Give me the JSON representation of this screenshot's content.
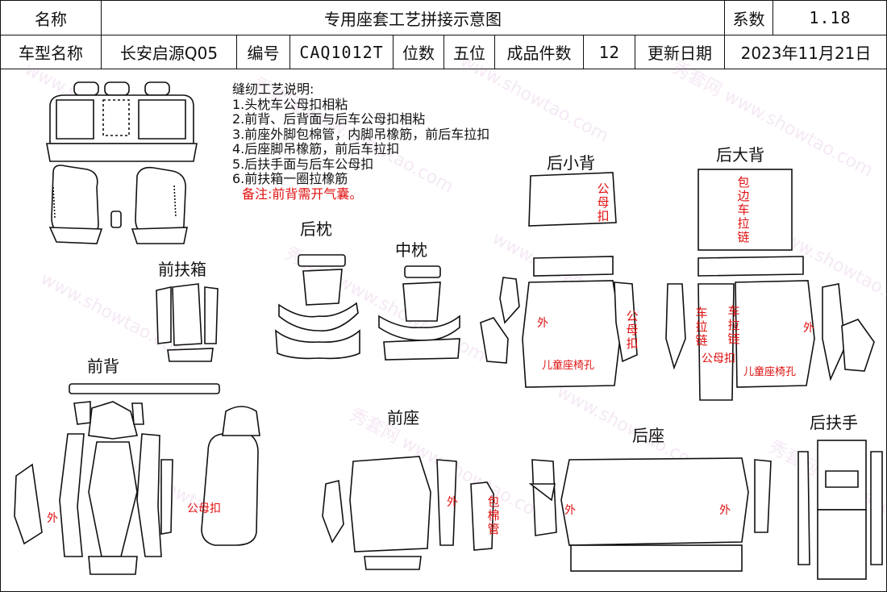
{
  "header": {
    "name_label": "名称",
    "title": "专用座套工艺拼接示意图",
    "coef_label": "系数",
    "coef_value": "1.18",
    "car_label": "车型名称",
    "car_value": "长安启源Q05",
    "code_label": "编号",
    "code_value": "CAQ1012T",
    "seats_label": "位数",
    "seats_value": "五位",
    "pieces_label": "成品件数",
    "pieces_value": "12",
    "date_label": "更新日期",
    "date_value": "2023年11月21日"
  },
  "notes": {
    "heading": "缝纫工艺说明:",
    "items": [
      "1.头枕车公母扣相粘",
      "2.前背、后背面与后车公母扣相粘",
      "3.前座外脚包棉管，内脚吊橡筋，前后车拉扣",
      "4.后座脚吊橡筋，前后车拉扣",
      "5.后扶手面与后车公母扣",
      "6.前扶箱一圈拉橡筋"
    ],
    "remark": "备注:前背需开气囊。"
  },
  "sections": {
    "rear_headrest": "后枕",
    "mid_headrest": "中枕",
    "front_armbox": "前扶箱",
    "front_back": "前背",
    "front_seat": "前座",
    "rear_small_back": "后小背",
    "rear_big_back": "后大背",
    "rear_seat": "后座",
    "rear_armrest": "后扶手"
  },
  "marks": {
    "outer": "外",
    "snap": "公母扣",
    "child_seat_hole": "儿童座椅孔",
    "edge_zipper": "包边车拉链",
    "zipper": "车拉链",
    "foam_tube": "包棉管"
  },
  "watermark": {
    "site": "www.showtao.com",
    "brand": "秀套网"
  },
  "colors": {
    "line": "#111111",
    "annotation_red": "#e01010"
  }
}
